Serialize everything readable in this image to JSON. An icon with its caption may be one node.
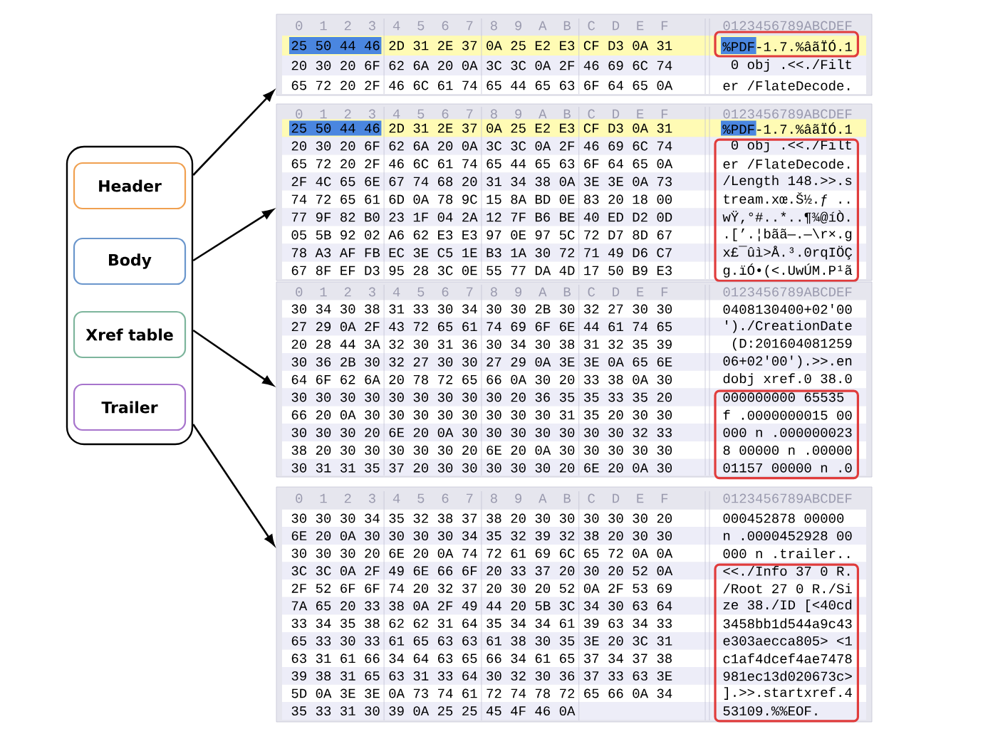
{
  "diagram": {
    "nodes": [
      {
        "text": [],
        "shape": "box"
      },
      {
        "text": [
          "Header"
        ],
        "in": 0
      },
      {
        "text": [
          "Body"
        ],
        "in": 0
      },
      {
        "text": [
          "Xref table"
        ],
        "in": 0
      },
      {
        "text": [
          "Trailer"
        ],
        "in": 0
      },
      {
        "text": [
          "0 1 2 3 4 5 6 7 8 9 A B C D E F",
          "0123456789ABCDEF",
          "25 50 44 46 2D 31 2E 37 0A 25 E2 E3 CF D3 0A 31",
          "%PDF-1.7.%âãÏÓ.1",
          "20 30 20 6F 62 6A 20 0A 3C 3C 0A 2F 46 69 6C 74",
          " 0 obj .<<./Filt",
          "65 72 20 2F 46 6C 61 74 65 44 65 63 6F 64 65 0A",
          "er /FlateDecode."
        ]
      },
      {
        "text": [
          "0 1 2 3 4 5 6 7 8 9 A B C D E F",
          "0123456789ABCDEF",
          "25 50 44 46 2D 31 2E 37 0A 25 E2 E3 CF D3 0A 31",
          "%PDF-1.7.%âãÏÓ.1",
          "20 30 20 6F 62 6A 20 0A 3C 3C 0A 2F 46 69 6C 74",
          " 0 obj .<<./Filt",
          "65 72 20 2F 46 6C 61 74 65 44 65 63 6F 64 65 0A",
          "er /FlateDecode.",
          "2F 4C 65 6E 67 74 68 20 31 34 38 0A 3E 3E 0A 73",
          "/Length 148.>>.s",
          "74 72 65 61 6D 0A 78 9C 15 8A BD 0E 83 20 18 00",
          "tream.xœ.Š½.ƒ ..",
          "77 9F 82 B0 23 1F 04 2A 12 7F B6 BE 40 ED D2 0D",
          "wŸ‚°#..*..¶¾@íÒ.",
          "05 5B 92 02 A6 62 E3 E3 97 0E 97 5C 72 D7 8D 67",
          ".[’.¦bãã—.—\\r×.g",
          "78 A3 AF FB EC 3E C5 1E B3 1A 30 72 71 49 D6 C7",
          "x£¯ûì>Å.³.0rqIÖÇ",
          "67 8F EF D3 95 28 3C 0E 55 77 DA 4D 17 50 B9 E3",
          "g.ïÓ•(<.UwÚM.P¹ã"
        ]
      },
      {
        "text": [
          "0 1 2 3 4 5 6 7 8 9 A B C D E F",
          "0123456789ABCDEF",
          "30 34 30 38 31 33 30 34 30 30 2B 30 32 27 30 30",
          "0408130400+02'00",
          "27 29 0A 2F 43 72 65 61 74 69 6F 6E 44 61 74 65",
          "')./CreationDate",
          "20 28 44 3A 32 30 31 36 30 34 30 38 31 32 35 39",
          " (D:201604081259",
          "30 36 2B 30 32 27 30 30 27 29 0A 3E 3E 0A 65 6E",
          "06+02'00').>>.en",
          "64 6F 62 6A 20 78 72 65 66 0A 30 20 33 38 0A 30",
          "dobj xref.0 38.0",
          "30 30 30 30 30 30 30 30 30 20 36 35 35 33 35 20",
          "000000000 65535",
          "66 20 0A 30 30 30 30 30 30 30 30 31 35 20 30 30",
          "f .0000000015 00",
          "30 30 30 20 6E 20 0A 30 30 30 30 30 30 30 32 33",
          "000 n .000000023",
          "38 20 30 30 30 30 30 20 6E 20 0A 30 30 30 30 30",
          "8 00000 n .00000",
          "30 31 31 35 37 20 30 30 30 30 30 20 6E 20 0A 30",
          "01157 00000 n .0"
        ]
      },
      {
        "text": [
          "0 1 2 3 4 5 6 7 8 9 A B C D E F",
          "0123456789ABCDEF",
          "30 30 30 34 35 32 38 37 38 20 30 30 30 30 30 20",
          "000452878 00000",
          "6E 20 0A 30 30 30 30 34 35 32 39 32 38 20 30 30",
          "n .0000452928 00",
          "30 30 30 20 6E 20 0A 74 72 61 69 6C 65 72 0A 0A",
          "000 n .trailer..",
          "3C 3C 0A 2F 49 6E 66 6F 20 33 37 20 30 20 52 0A",
          "<<./Info 37 0 R.",
          "2F 52 6F 6F 74 20 32 37 20 30 20 52 0A 2F 53 69",
          "/Root 27 0 R./Si",
          "7A 65 20 33 38 0A 2F 49 44 20 5B 3C 34 30 63 64",
          "ze 38./ID [<40cd",
          "33 34 35 38 62 62 31 64 35 34 34 61 39 63 34 33",
          "3458bb1d544a9c43",
          "65 33 30 33 61 65 63 63 61 38 30 35 3E 20 3C 31",
          "e303aecca805> <1",
          "63 31 61 66 34 64 63 65 66 34 61 65 37 34 37 38",
          "c1af4dcef4ae7478",
          "39 38 31 65 63 31 33 64 30 32 30 36 37 33 63 3E",
          "981ec13d020673c>",
          "5D 0A 3E 3E 0A 73 74 61 72 74 78 72 65 66 0A 34",
          "].>>.startxref.4",
          "35 33 31 30 39 0A 25 25 45 4F 46 0A",
          "53109.%%EOF."
        ]
      }
    ],
    "edges": [
      {
        "from": 1,
        "to": 5,
        "arrow": "to"
      },
      {
        "from": 2,
        "to": 6,
        "arrow": "to"
      },
      {
        "from": 3,
        "to": 7,
        "arrow": "to"
      },
      {
        "from": 4,
        "to": 8,
        "arrow": "to"
      }
    ]
  }
}
